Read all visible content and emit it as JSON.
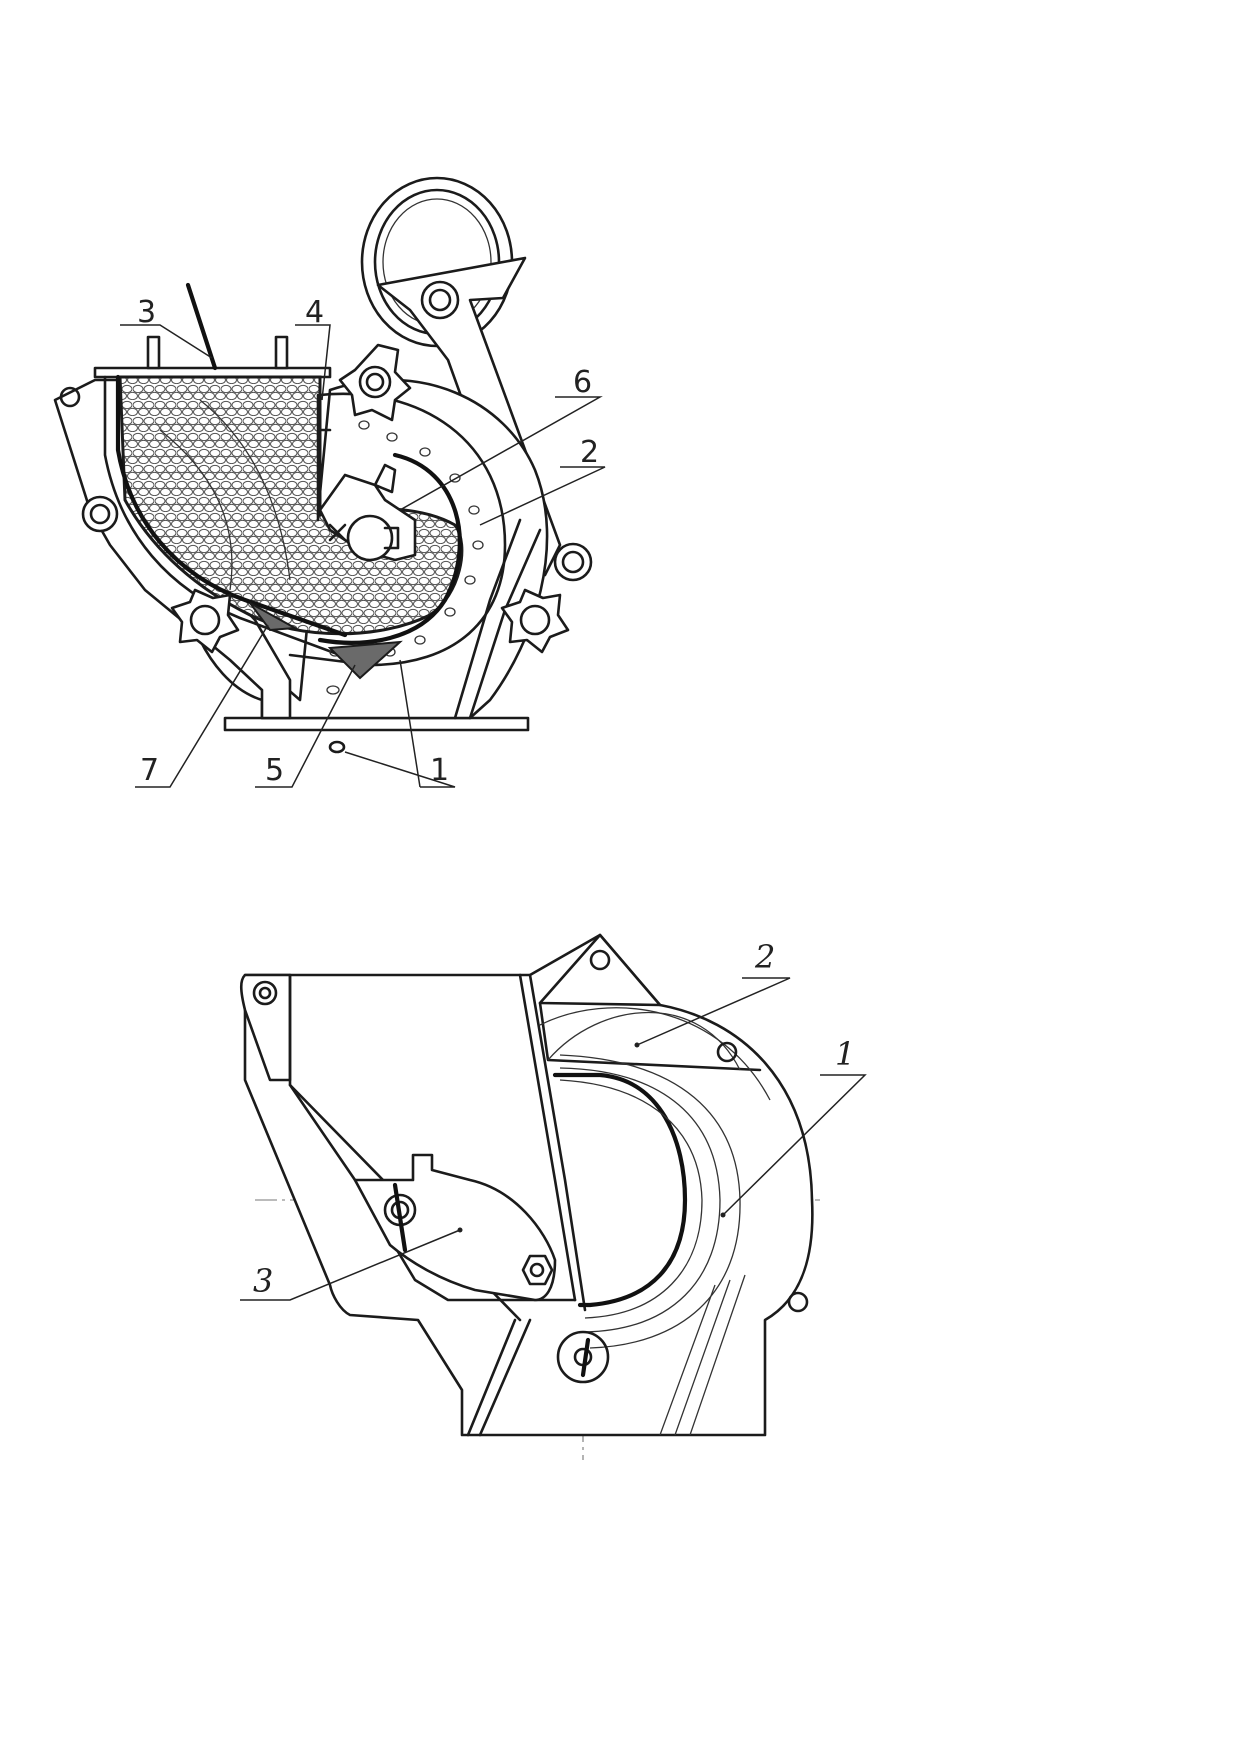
{
  "figure_top": {
    "callouts": [
      {
        "id": "top-3",
        "text": "3"
      },
      {
        "id": "top-4",
        "text": "4"
      },
      {
        "id": "top-6",
        "text": "6"
      },
      {
        "id": "top-2",
        "text": "2"
      },
      {
        "id": "top-7",
        "text": "7"
      },
      {
        "id": "top-5",
        "text": "5"
      },
      {
        "id": "top-1",
        "text": "1"
      }
    ]
  },
  "figure_bottom": {
    "callouts": [
      {
        "id": "bot-2",
        "text": "2"
      },
      {
        "id": "bot-1",
        "text": "1"
      },
      {
        "id": "bot-3",
        "text": "3"
      }
    ]
  }
}
